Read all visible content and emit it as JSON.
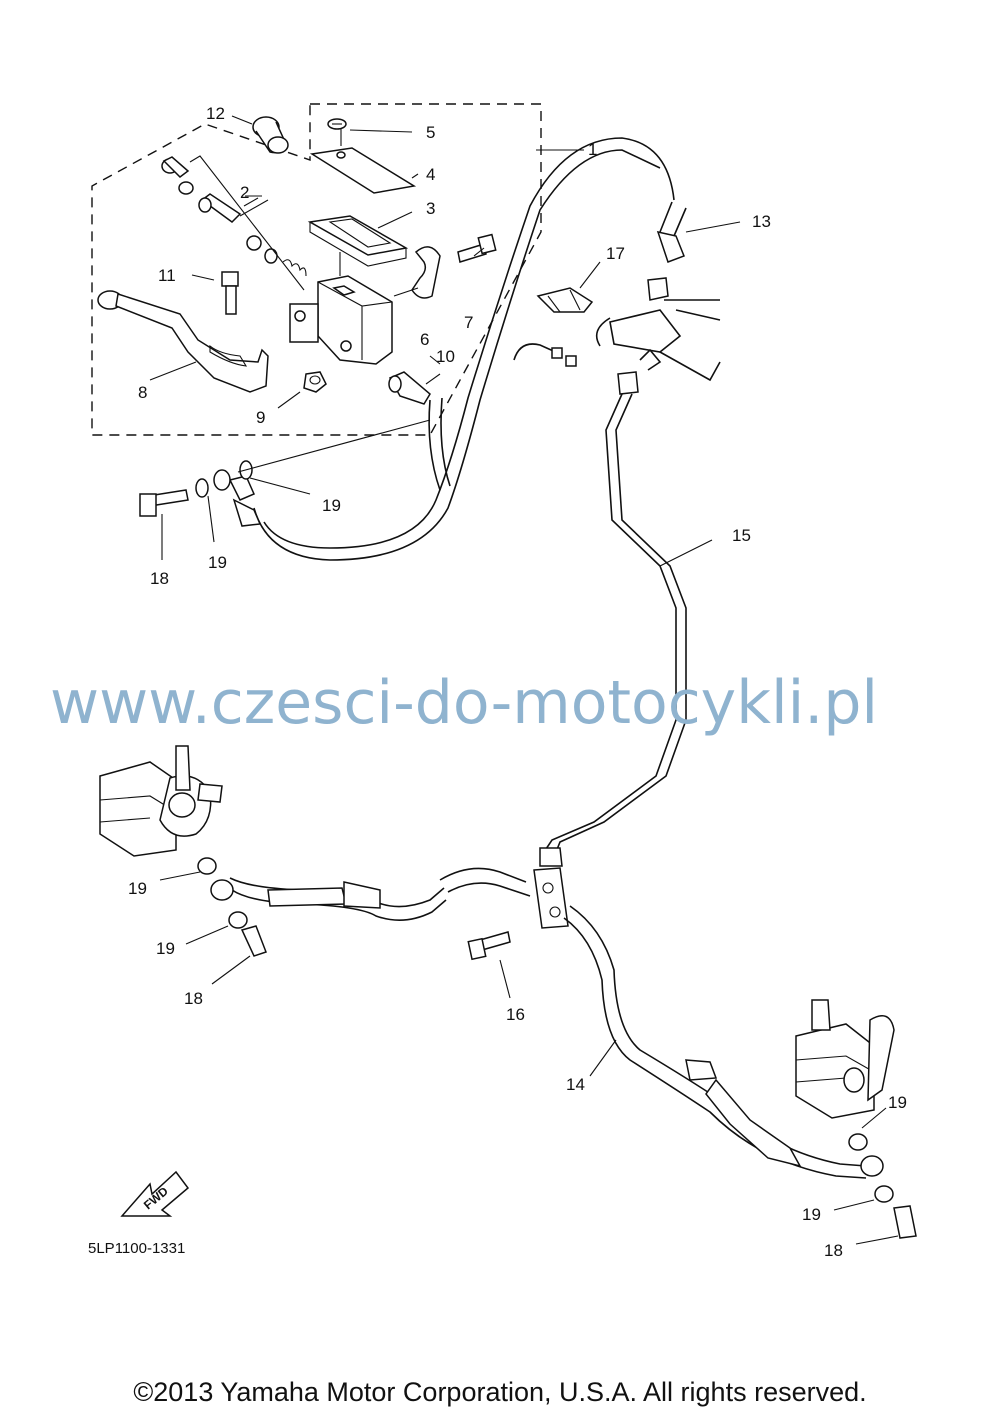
{
  "parts": {
    "p1": "1",
    "p2": "2",
    "p3": "3",
    "p4": "4",
    "p5": "5",
    "p6": "6",
    "p7": "7",
    "p8": "8",
    "p9": "9",
    "p10": "10",
    "p11": "11",
    "p12": "12",
    "p13": "13",
    "p14": "14",
    "p15": "15",
    "p16": "16",
    "p17": "17",
    "p18": "18",
    "p19": "19"
  },
  "fwd_label": "FWD",
  "catalog_code": "5LP1100-1331",
  "watermark": "www.czesci-do-motocykli.pl",
  "copyright": "©2013 Yamaha Motor Corporation, U.S.A. All rights reserved.",
  "colors": {
    "line": "#111111",
    "watermark": "#8fb3cf",
    "background": "#ffffff"
  }
}
